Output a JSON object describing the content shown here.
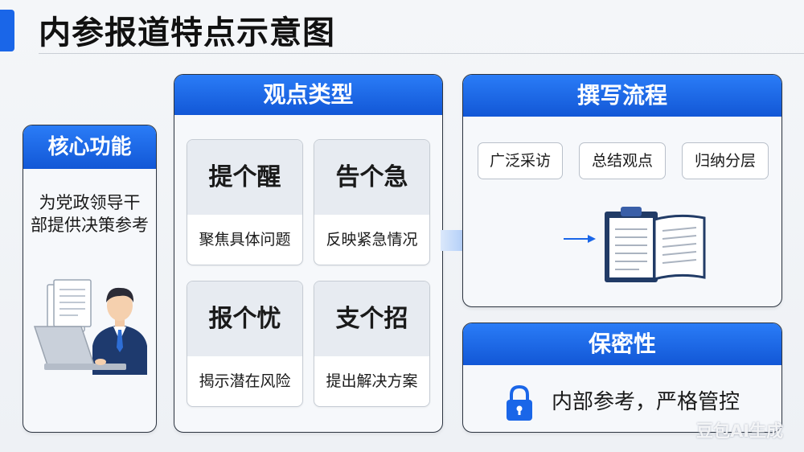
{
  "page": {
    "title": "内参报道特点示意图"
  },
  "core": {
    "title": "核心功能",
    "desc_line1": "为党政领导干",
    "desc_line2": "部提供决策参考"
  },
  "views": {
    "title": "观点类型",
    "cards": [
      {
        "head": "提个醒",
        "desc": "聚焦具体问题"
      },
      {
        "head": "告个急",
        "desc": "反映紧急情况"
      },
      {
        "head": "报个忧",
        "desc": "揭示潜在风险"
      },
      {
        "head": "支个招",
        "desc": "提出解决方案"
      }
    ]
  },
  "flow": {
    "title": "撰写流程",
    "steps": [
      "广泛采访",
      "总结观点",
      "归纳分层"
    ]
  },
  "secrecy": {
    "title": "保密性",
    "text": "内部参考，严格管控"
  },
  "watermark": "豆包AI生成",
  "colors": {
    "accent": "#1a66e8",
    "header_blue": "#1f6ae6",
    "border": "#2c3440"
  }
}
